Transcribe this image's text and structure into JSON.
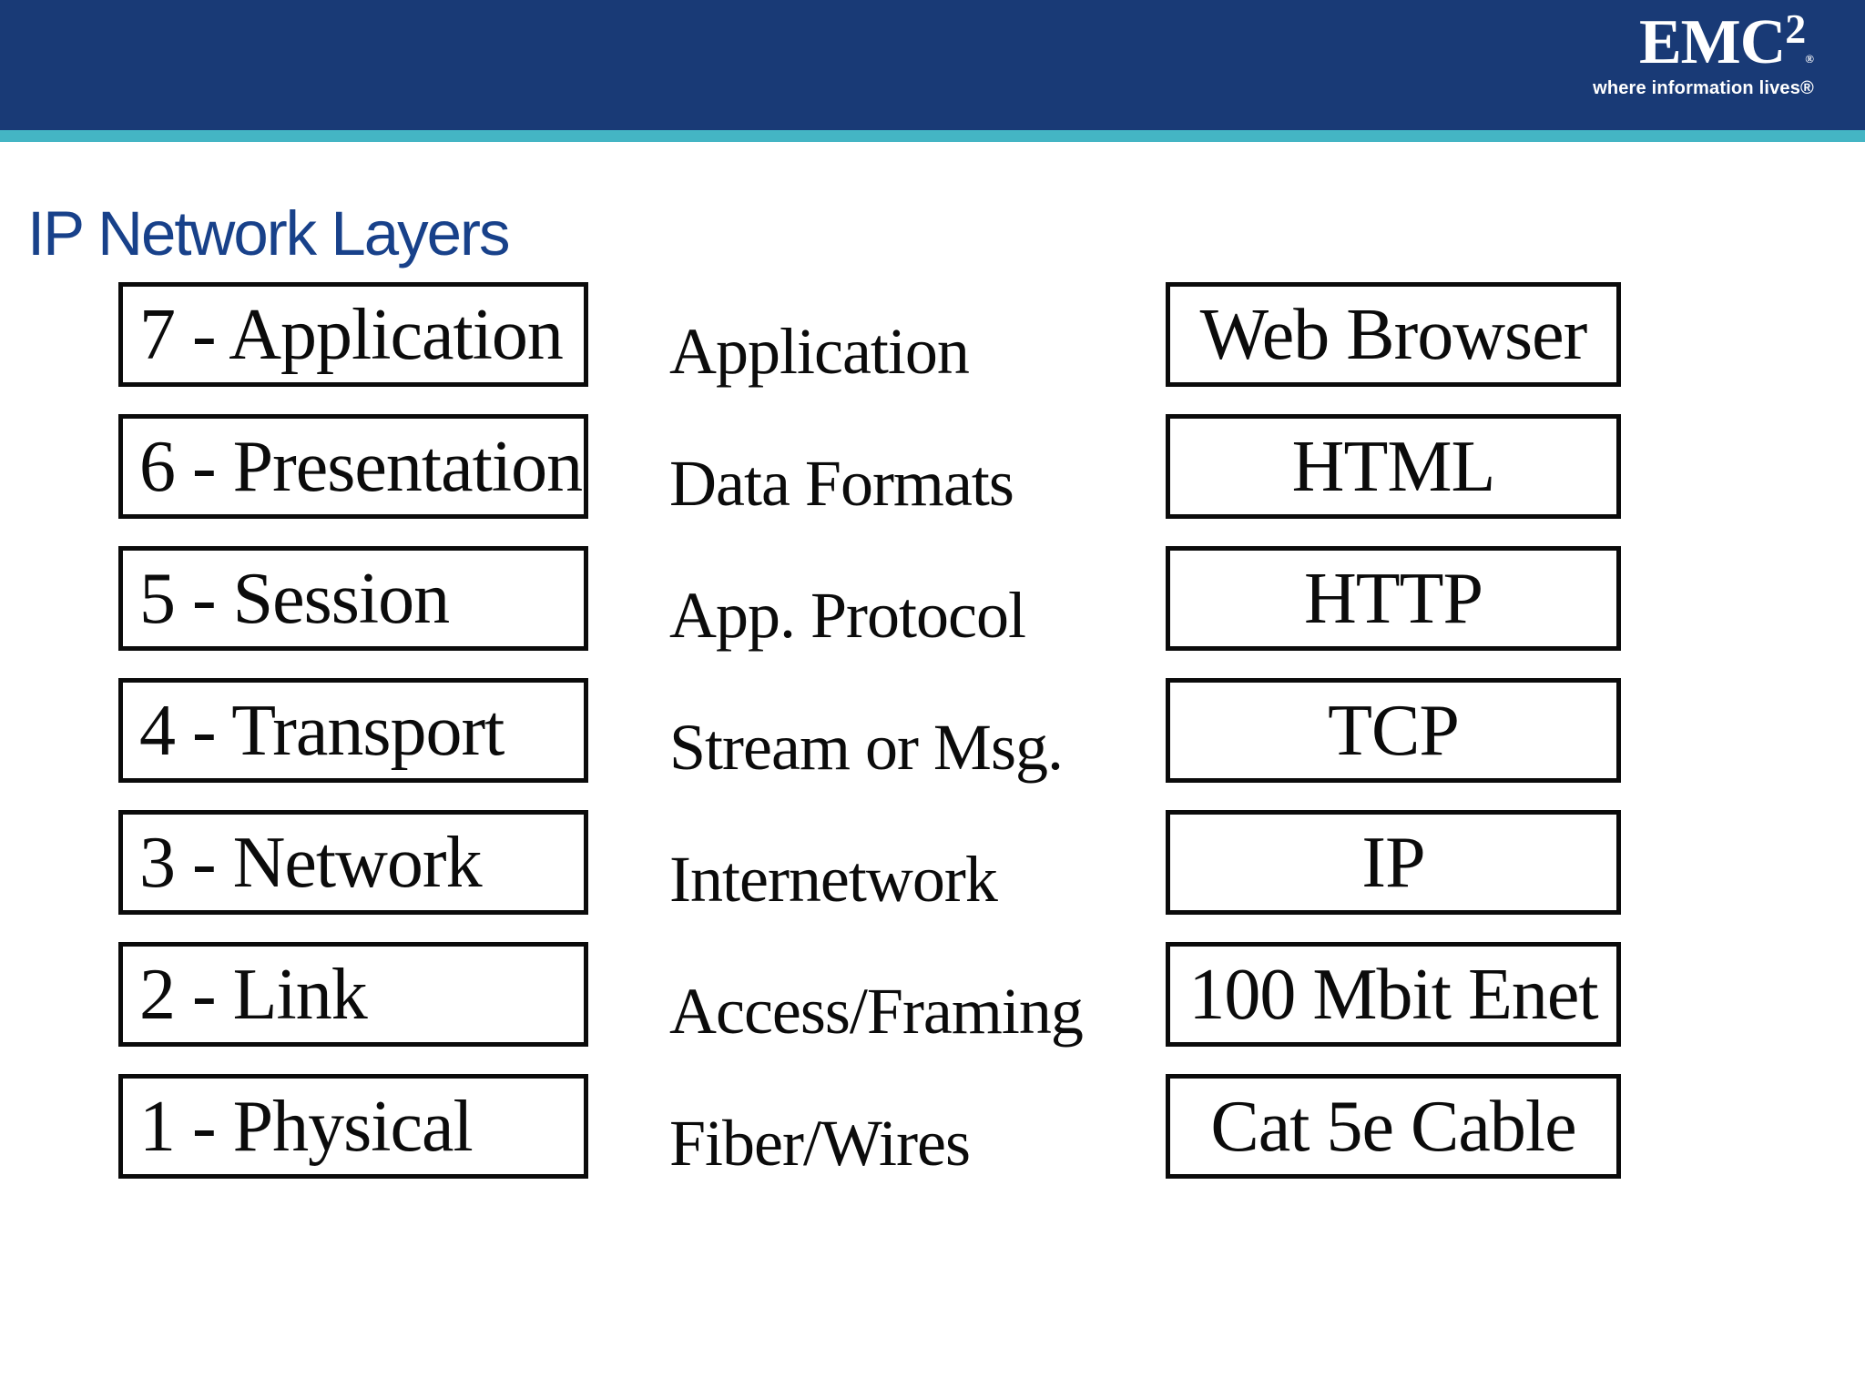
{
  "header": {
    "logo_text": "EMC",
    "logo_sup": "2",
    "logo_mark": "®",
    "tagline": "where information lives®"
  },
  "title": "IP Network Layers",
  "colors": {
    "header_navy": "#193A76",
    "accent_teal": "#44B5C4",
    "title_blue": "#18418A"
  },
  "layers": [
    {
      "layer": "7 - Application",
      "description": "Application",
      "example": "Web Browser"
    },
    {
      "layer": "6 - Presentation",
      "description": "Data Formats",
      "example": "HTML"
    },
    {
      "layer": "5 - Session",
      "description": "App. Protocol",
      "example": "HTTP"
    },
    {
      "layer": "4 - Transport",
      "description": "Stream or Msg.",
      "example": "TCP"
    },
    {
      "layer": "3 - Network",
      "description": "Internetwork",
      "example": "IP"
    },
    {
      "layer": "2 - Link",
      "description": "Access/Framing",
      "example": "100 Mbit Enet"
    },
    {
      "layer": "1 - Physical",
      "description": "Fiber/Wires",
      "example": "Cat 5e Cable"
    }
  ]
}
